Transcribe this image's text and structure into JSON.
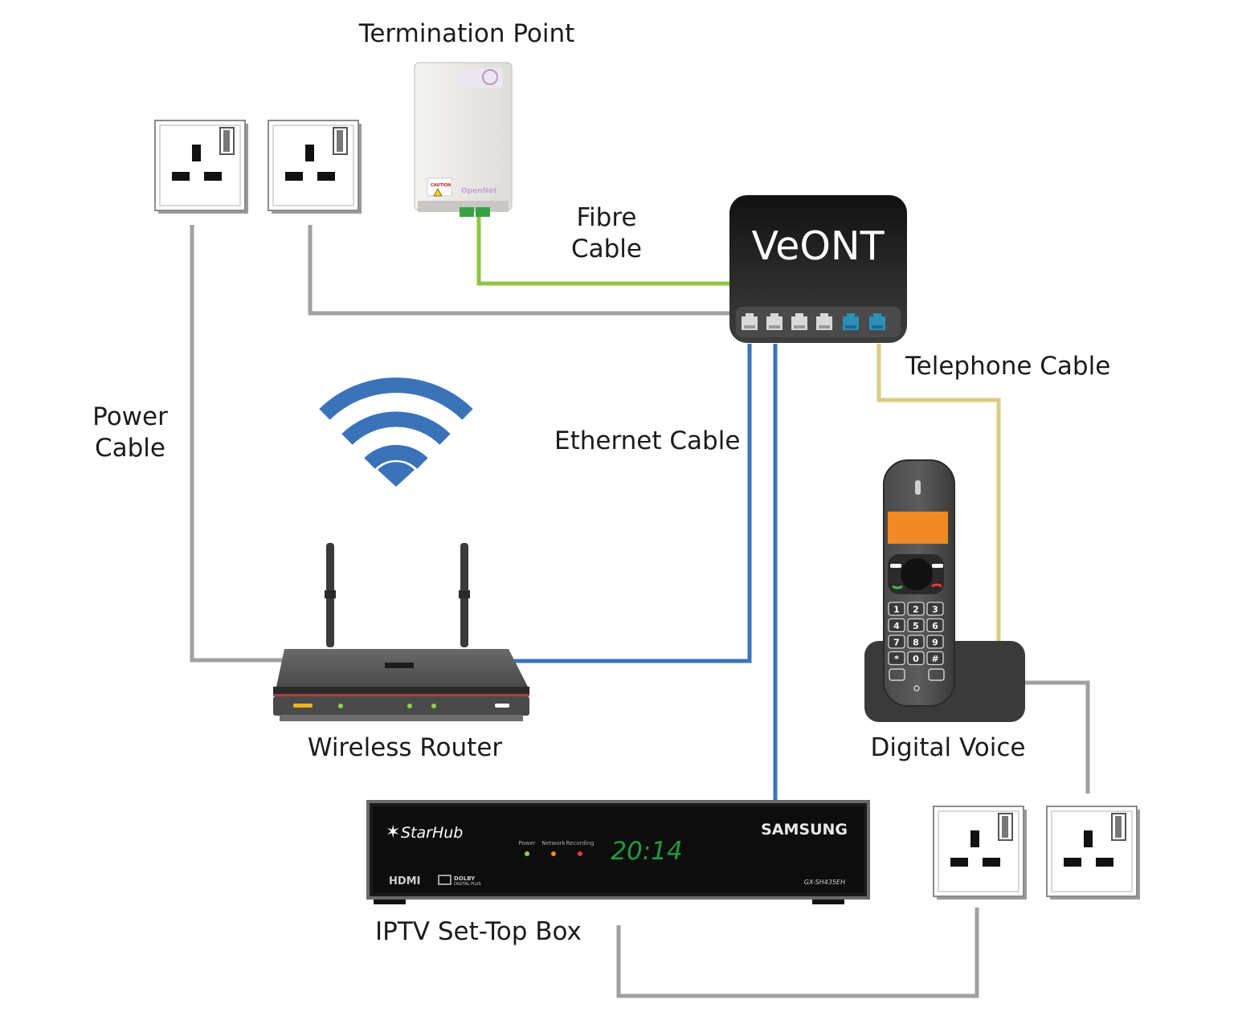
{
  "labels": {
    "termination_point": "Termination Point",
    "fibre_cable_line1": "Fibre",
    "fibre_cable_line2": "Cable",
    "power_cable_line1": "Power",
    "power_cable_line2": "Cable",
    "ethernet_cable": "Ethernet Cable",
    "telephone_cable": "Telephone Cable",
    "wireless_router": "Wireless Router",
    "digital_voice": "Digital Voice",
    "iptv_set_top_box": "IPTV Set-Top Box"
  },
  "devices": {
    "veont_name": "VeONT",
    "termination_brand": "OpenNet",
    "termination_caution": "CAUTION",
    "stb_brand": "StarHub",
    "stb_maker": "SAMSUNG",
    "stb_model": "GX-SH435EH",
    "stb_clock": "20:14",
    "stb_led_power": "Power",
    "stb_led_network": "Network",
    "stb_led_recording": "Recording",
    "stb_hdmi": "HDMI",
    "stb_dolby": "DOLBY",
    "stb_dolby_sub": "DIGITAL PLUS",
    "phone_keys": [
      "1",
      "2",
      "3",
      "4",
      "5",
      "6",
      "7",
      "8",
      "9",
      "*",
      "0",
      "#"
    ]
  },
  "colors": {
    "power_cable": "#a0a0a0",
    "fibre_cable": "#8dc63f",
    "ethernet_cable": "#3b73b9",
    "telephone_cable": "#d8cc80",
    "wifi": "#3b73b9",
    "handset_screen": "#f08a24",
    "stb_clock": "#1f9a3f"
  }
}
